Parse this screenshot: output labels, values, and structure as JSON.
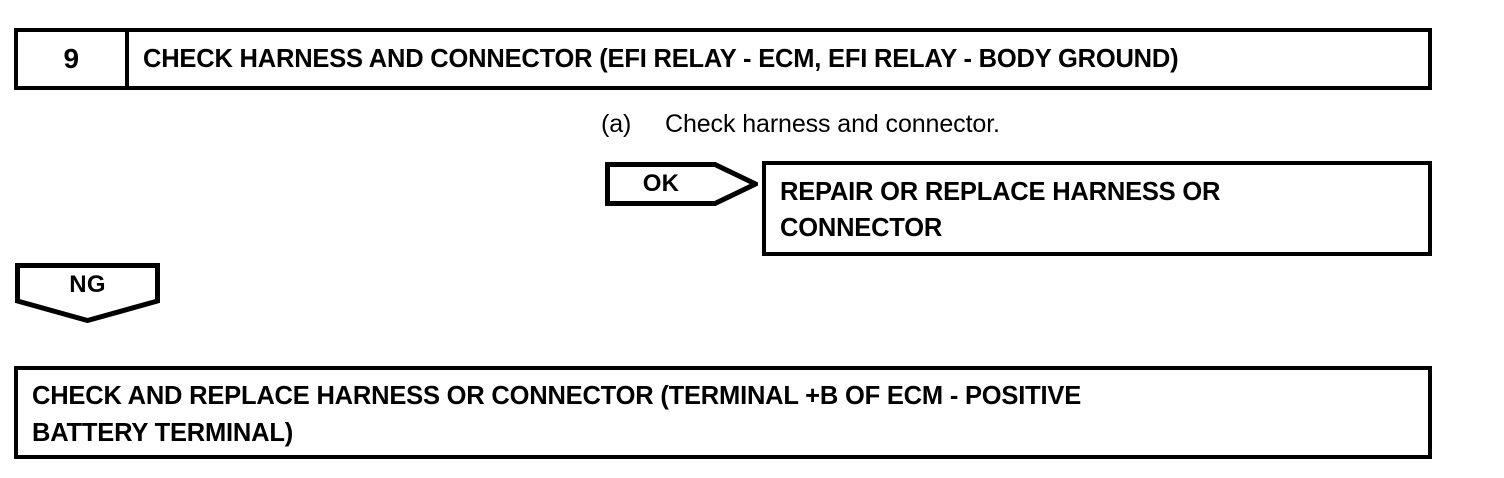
{
  "step": {
    "number": "9",
    "title": "CHECK HARNESS AND CONNECTOR (EFI RELAY - ECM, EFI RELAY - BODY GROUND)"
  },
  "instruction": {
    "marker": "(a)",
    "text": "Check harness and connector."
  },
  "branches": {
    "ok": {
      "label": "OK",
      "result_lines": [
        "REPAIR OR REPLACE HARNESS OR",
        "CONNECTOR"
      ]
    },
    "ng": {
      "label": "NG"
    }
  },
  "final_action": {
    "lines": [
      "CHECK AND REPLACE HARNESS OR CONNECTOR (TERMINAL +B OF ECM - POSITIVE",
      "BATTERY TERMINAL)"
    ]
  },
  "colors": {
    "ink": "#000000",
    "paper": "#ffffff"
  }
}
